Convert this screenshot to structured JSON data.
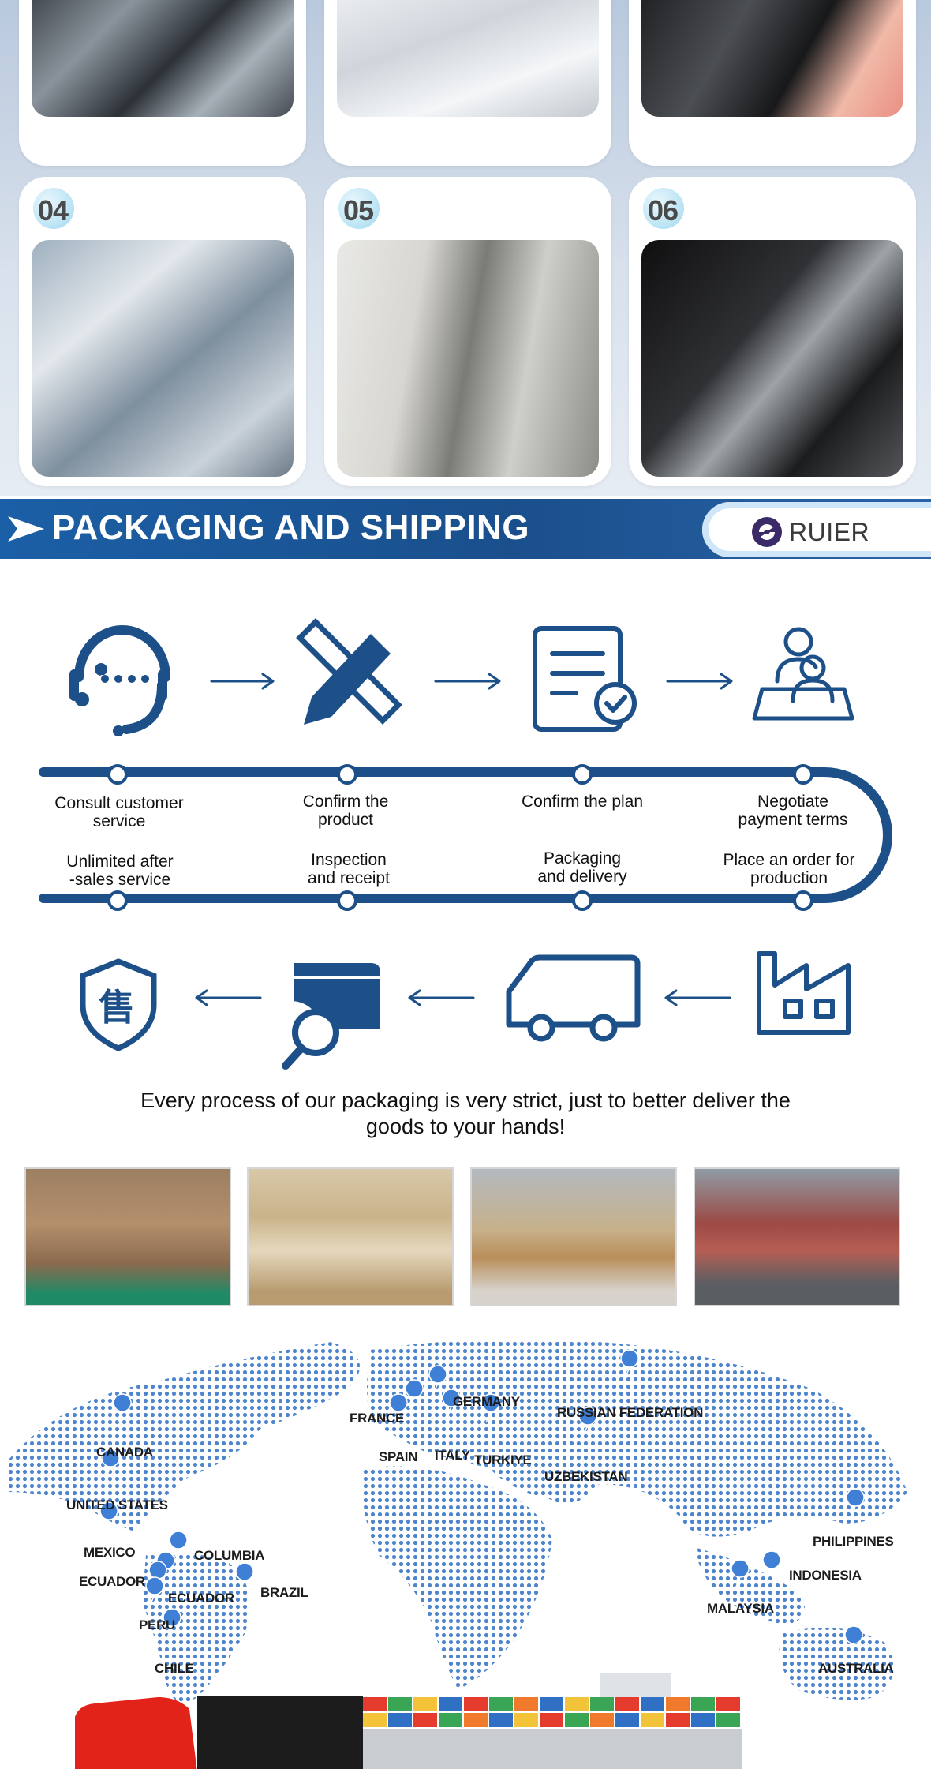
{
  "cards": [
    {
      "number": ""
    },
    {
      "number": ""
    },
    {
      "number": ""
    },
    {
      "number": "04"
    },
    {
      "number": "05"
    },
    {
      "number": "06"
    }
  ],
  "banner": {
    "title": "PACKAGING AND SHIPPING",
    "logo": "RUIER"
  },
  "process": {
    "top_steps": [
      "Consult customer\nservice",
      "Confirm the\nproduct",
      "Confirm the plan",
      "Negotiate\npayment terms"
    ],
    "bottom_steps": [
      "Unlimited after\n-sales service",
      "Inspection\nand receipt",
      "Packaging\nand delivery",
      "Place an order for\nproduction"
    ],
    "after_sales_glyph": "售"
  },
  "slogan": "Every process of our packaging is very strict, just to better deliver the\ngoods to your hands!",
  "colors": {
    "primary_blue": "#1d5089",
    "banner_blue": "#1b5fa6",
    "map_dot": "#2f6fc4",
    "pin": "#3f7fd6"
  },
  "map": {
    "countries": [
      "CANADA",
      "UNITED STATES",
      "MEXICO",
      "COLUMBIA",
      "ECUADOR",
      "ECUADOR",
      "BRAZIL",
      "PERU",
      "CHILE",
      "FRANCE",
      "GERMANY",
      "SPAIN",
      "ITALY",
      "TURKIYE",
      "RUSSIAN FEDERATION",
      "UZBEKISTAN",
      "PHILIPPINES",
      "INDONESIA",
      "MALAYSIA",
      "AUSTRALIA"
    ]
  }
}
